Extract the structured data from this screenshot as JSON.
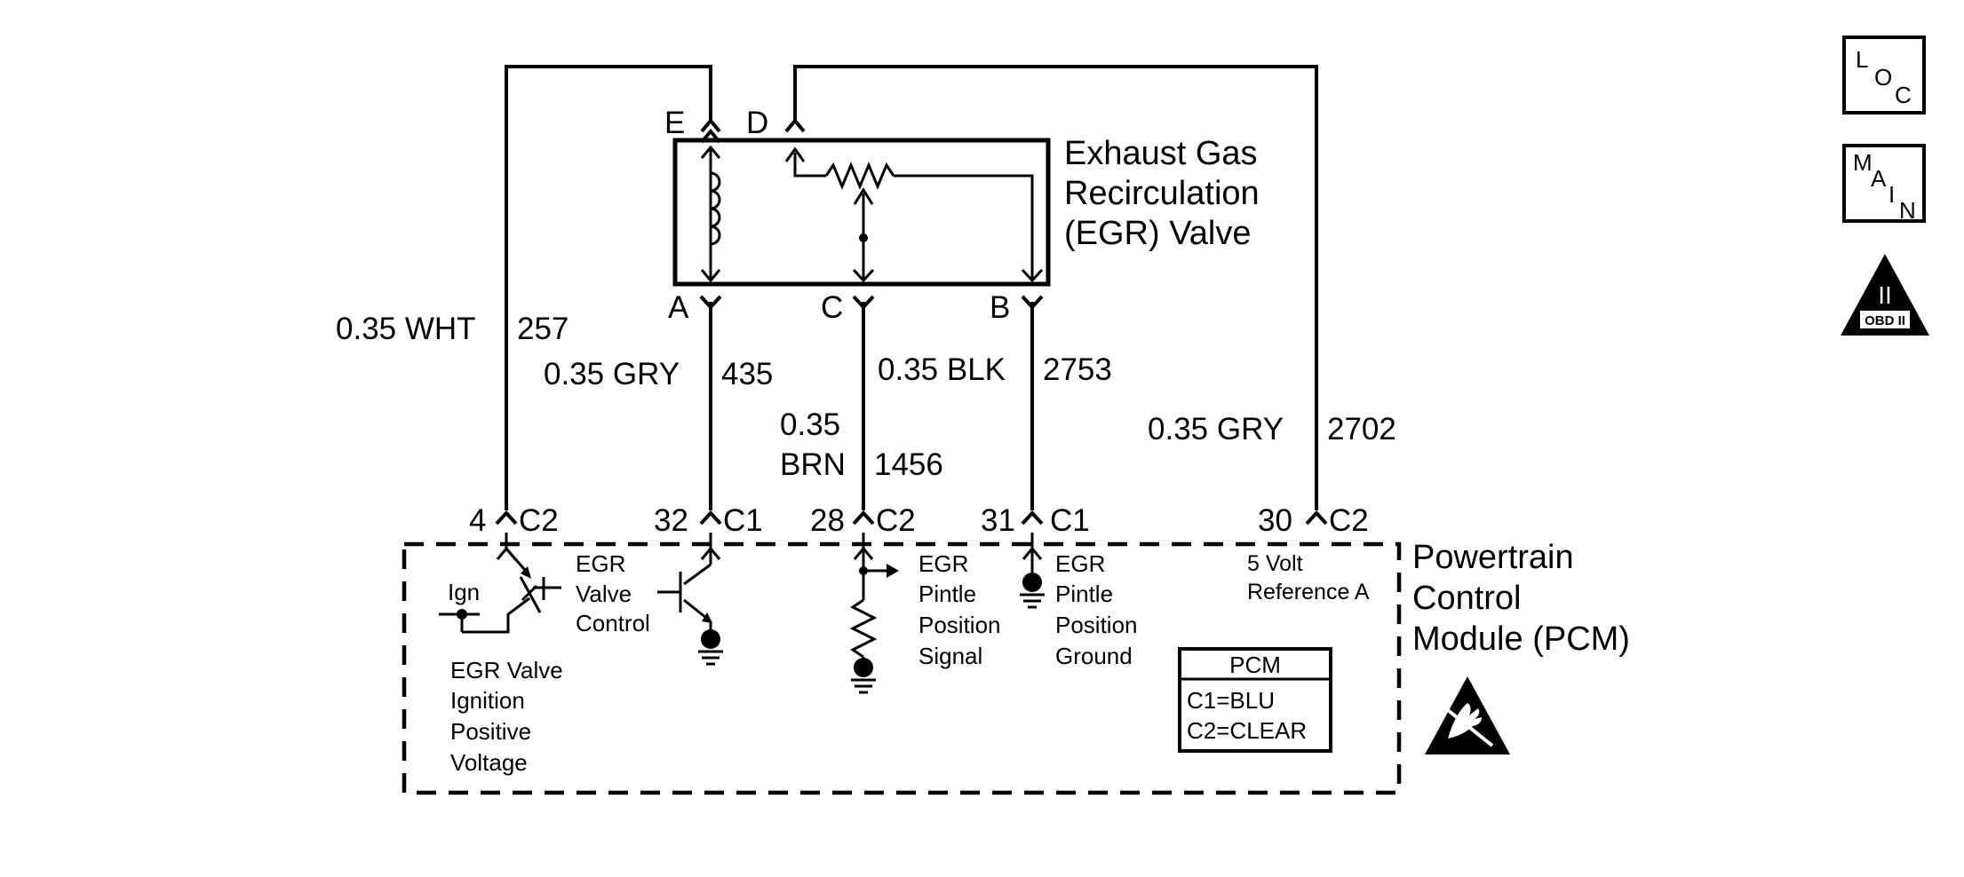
{
  "egr_valve": {
    "title_line1": "Exhaust Gas",
    "title_line2": "Recirculation",
    "title_line3": "(EGR) Valve",
    "pins": {
      "E": "E",
      "D": "D",
      "A": "A",
      "C": "C",
      "B": "B"
    }
  },
  "wires": [
    {
      "gauge_color": "0.35 WHT",
      "circuit": "257"
    },
    {
      "gauge_color": "0.35 GRY",
      "circuit": "435"
    },
    {
      "gauge_line1": "0.35",
      "gauge_line2": "BRN",
      "circuit": "1456"
    },
    {
      "gauge_color": "0.35 BLK",
      "circuit": "2753"
    },
    {
      "gauge_color": "0.35 GRY",
      "circuit": "2702"
    }
  ],
  "pcm_terminals": [
    {
      "pin": "4",
      "connector": "C2"
    },
    {
      "pin": "32",
      "connector": "C1"
    },
    {
      "pin": "28",
      "connector": "C2"
    },
    {
      "pin": "31",
      "connector": "C1"
    },
    {
      "pin": "30",
      "connector": "C2"
    }
  ],
  "pcm": {
    "title_line1": "Powertrain",
    "title_line2": "Control",
    "title_line3": "Module (PCM)",
    "ign": "Ign",
    "egr_ign": [
      "EGR Valve",
      "Ignition",
      "Positive",
      "Voltage"
    ],
    "egr_control": [
      "EGR",
      "Valve",
      "Control"
    ],
    "pintle_signal": [
      "EGR",
      "Pintle",
      "Position",
      "Signal"
    ],
    "pintle_ground": [
      "EGR",
      "Pintle",
      "Position",
      "Ground"
    ],
    "ref": [
      "5 Volt",
      "Reference A"
    ],
    "legend_title": "PCM",
    "legend_c1": "C1=BLU",
    "legend_c2": "C2=CLEAR"
  },
  "side_icons": {
    "loc": {
      "l": "L",
      "o": "O",
      "c": "C"
    },
    "main": {
      "m": "M",
      "a": "A",
      "i": "I",
      "n": "N"
    },
    "obd": {
      "numeral": "II",
      "label": "OBD II"
    }
  }
}
